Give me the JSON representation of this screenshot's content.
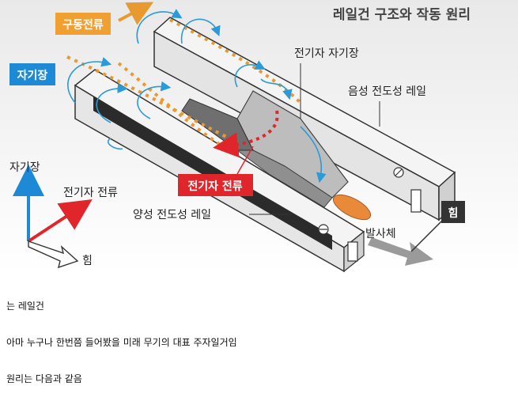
{
  "diagram": {
    "title": "레일건 구조와 작동 원리",
    "labels": {
      "drive_current": "구동전류",
      "magnetic_field_badge": "자기장",
      "em_field": "전기자 자기장",
      "negative_rail": "음성 전도성 레일",
      "armature_current_badge": "전기자 전류",
      "positive_rail": "양성 전도성 레일",
      "projectile": "발사체",
      "force_badge": "힘",
      "axis_magnetic": "자기장",
      "axis_current": "전기자 전류",
      "axis_force": "힘"
    },
    "colors": {
      "orange_badge": "#f0a030",
      "blue_badge": "#1e8ad6",
      "red_badge": "#e0262b",
      "dark_badge": "#333333",
      "current_dots": "#e89a30",
      "red_dots": "#e0262b",
      "field_arrows": "#2a9ad8",
      "axis_blue": "#1e8ad6",
      "axis_red": "#e0262b"
    }
  },
  "captions": {
    "line1": "는 레일건",
    "line2": "아마 누구나 한번쯤 들어봤을 미래 무기의 대표 주자일거임",
    "line3": "원리는 다음과 같음"
  }
}
